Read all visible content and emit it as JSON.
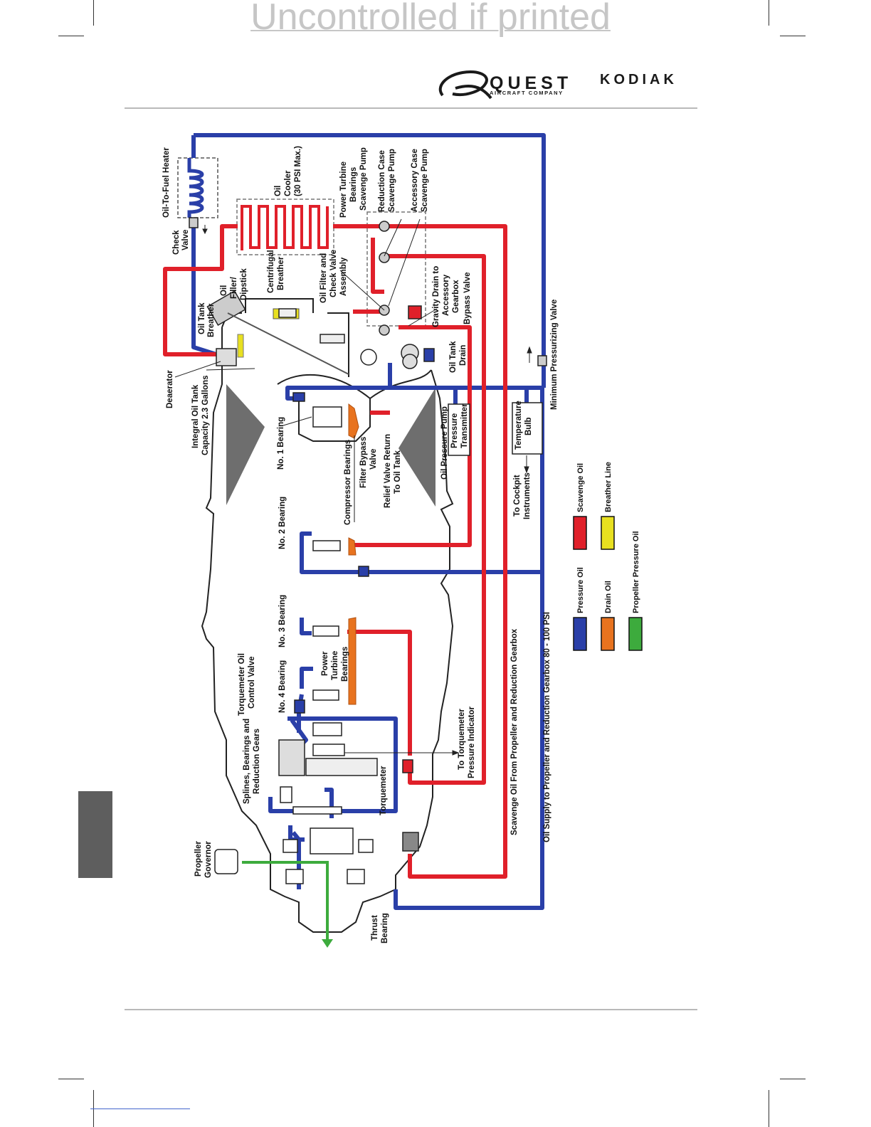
{
  "watermark": "Uncontrolled if printed",
  "brand": {
    "company": "QUEST",
    "company_sub": "AIRCRAFT COMPANY",
    "product": "KODIAK"
  },
  "labels": {
    "oil_to_fuel_heater": "Oil-To-Fuel Heater",
    "oil_cooler_1": "Oil",
    "oil_cooler_2": "Cooler",
    "oil_cooler_3": "(30 PSI Max.)",
    "check_valve_1": "Check",
    "check_valve_2": "Valve",
    "oil_filler_1": "Oil",
    "oil_filler_2": "Filler/",
    "oil_filler_3": "Dipstick",
    "oil_tank_breather_1": "Oil Tank",
    "oil_tank_breather_2": "Breather",
    "centrifugal_breather_1": "Centrifugal",
    "centrifugal_breather_2": "Breather",
    "oil_filter_1": "Oil Filter and",
    "oil_filter_2": "Check Valve",
    "oil_filter_3": "Assembly",
    "pt_scavenge_1": "Power Turbine",
    "pt_scavenge_2": "Bearings",
    "pt_scavenge_3": "Scavenge Pump",
    "rc_scavenge_1": "Reduction Case",
    "rc_scavenge_2": "Scavenge Pump",
    "ac_scavenge_1": "Accessory Case",
    "ac_scavenge_2": "Scavenge Pump",
    "gravity_drain_1": "Gravity Drain to",
    "gravity_drain_2": "Accessory",
    "gravity_drain_3": "Gearbox",
    "gravity_drain_4": "Bypass Valve",
    "oil_tank_drain_1": "Oil Tank",
    "oil_tank_drain_2": "Drain",
    "min_press_valve": "Minimum Pressurizing Valve",
    "deaerator": "Deaerator",
    "integral_tank_1": "Integral Oil Tank",
    "integral_tank_2": "Capacity 2.3 Gallons",
    "no1_bearing": "No. 1 Bearing",
    "compressor_bearings": "Compressor Bearings",
    "filter_bypass_1": "Filter Bypass",
    "filter_bypass_2": "Valve",
    "relief_valve_1": "Relief Valve Return",
    "relief_valve_2": "To Oil Tank",
    "oil_pressure_pump": "Oil Pressure Pump",
    "pressure_transmitter_1": "Pressure",
    "pressure_transmitter_2": "Transmitter",
    "temperature_bulb_1": "Temperature",
    "temperature_bulb_2": "Bulb",
    "cockpit_instr_1": "To Cockpit",
    "cockpit_instr_2": "Instruments",
    "no2_bearing": "No. 2 Bearing",
    "no3_bearing": "No. 3 Bearing",
    "no4_bearing": "No. 4 Bearing",
    "pt_bearings_1": "Power",
    "pt_bearings_2": "Turbine",
    "pt_bearings_3": "Bearings",
    "torque_valve_1": "Torquemeter Oil",
    "torque_valve_2": "Control Valve",
    "splines_1": "Splines, Bearings and",
    "splines_2": "Reduction Gears",
    "torque_indicator_1": "To Torquemeter",
    "torque_indicator_2": "Pressure Indicator",
    "torquemeter": "Torquemeter",
    "scavenge_from": "Scavenge Oil From Propeller and Reduction Gearbox",
    "supply_to": "Oil Supply to Propeller and Reduction Gearbox 80 - 100 PSI",
    "prop_governor_1": "Propeller",
    "prop_governor_2": "Governor",
    "thrust_bearing_1": "Thrust",
    "thrust_bearing_2": "Bearing"
  },
  "legend": [
    {
      "label": "Pressure Oil",
      "color": "#2a3fa8"
    },
    {
      "label": "Scavenge Oil",
      "color": "#e0202a"
    },
    {
      "label": "Drain Oil",
      "color": "#e8731f"
    },
    {
      "label": "Breather Line",
      "color": "#e8e020"
    },
    {
      "label": "Propeller Pressure Oil",
      "color": "#3dab3d"
    }
  ],
  "colors": {
    "pressure": "#2a3fa8",
    "scavenge": "#e0202a",
    "drain": "#e8731f",
    "breather": "#e8e020",
    "propeller": "#3dab3d"
  }
}
